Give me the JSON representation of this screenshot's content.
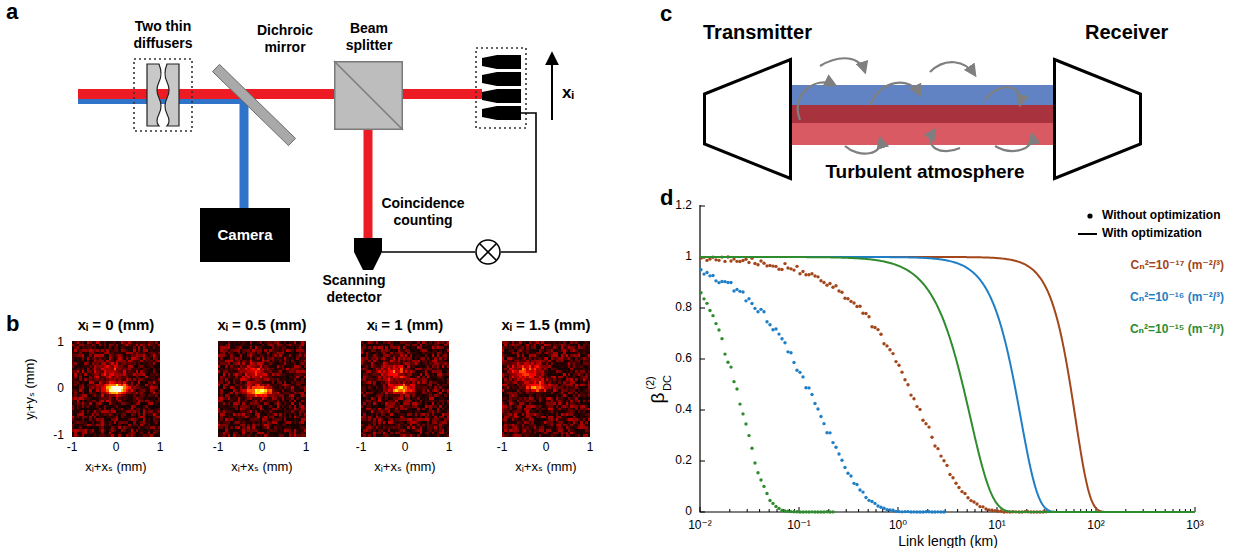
{
  "diagram": {
    "nodes": [
      {
        "text": [
          "Two thin diffusers"
        ]
      },
      {
        "text": [
          "Dichroic mirror"
        ]
      },
      {
        "text": [
          "Camera"
        ]
      },
      {
        "text": [
          "Beam splitter"
        ]
      },
      {
        "text": [
          "Scanning detector"
        ]
      },
      {
        "text": [
          "Coincidence counting"
        ]
      },
      {
        "text": [
          "Transmitter"
        ]
      },
      {
        "text": [
          "Receiver"
        ]
      }
    ],
    "edges": [
      {
        "from": 0,
        "to": 1,
        "arrow": "none"
      },
      {
        "from": 1,
        "to": 2,
        "arrow": "none"
      },
      {
        "from": 1,
        "to": 3,
        "arrow": "none"
      },
      {
        "from": 3,
        "to": 4,
        "arrow": "none"
      },
      {
        "from": 4,
        "to": 5,
        "arrow": "none"
      },
      {
        "from": 6,
        "to": 7,
        "arrow": "none"
      }
    ],
    "labels": [
      "a",
      "xᵢ",
      "b",
      "xᵢ = 0 (mm)",
      "xᵢ = 0.5 (mm)",
      "xᵢ = 1 (mm)",
      "xᵢ = 1.5 (mm)",
      "yᵢ+yₛ (mm)",
      "1",
      "0",
      "-1",
      "-1",
      "0",
      "1",
      "xᵢ+xₛ (mm)",
      "-1",
      "0",
      "1",
      "xᵢ+xₛ (mm)",
      "-1",
      "0",
      "1",
      "xᵢ+xₛ (mm)",
      "-1",
      "0",
      "1",
      "xᵢ+xₛ (mm)",
      "c",
      "Turbulent atmosphere",
      "d",
      "β",
      "(2)",
      "DC",
      "0",
      "0.2",
      "0.4",
      "0.6",
      "0.8",
      "1",
      "1.2",
      "10⁻²",
      "10⁻¹",
      "10⁰",
      "10¹",
      "10²",
      "10³",
      "Link length (km)",
      "Cₙ²=10⁻¹⁷ (m⁻²/³)",
      "Cₙ²=10⁻¹⁶ (m⁻²/³)",
      "Cₙ²=10⁻¹⁵ (m⁻²/³)"
    ],
    "legend": [
      {
        "text": "Without optimization"
      },
      {
        "text": "With optimization"
      }
    ]
  }
}
